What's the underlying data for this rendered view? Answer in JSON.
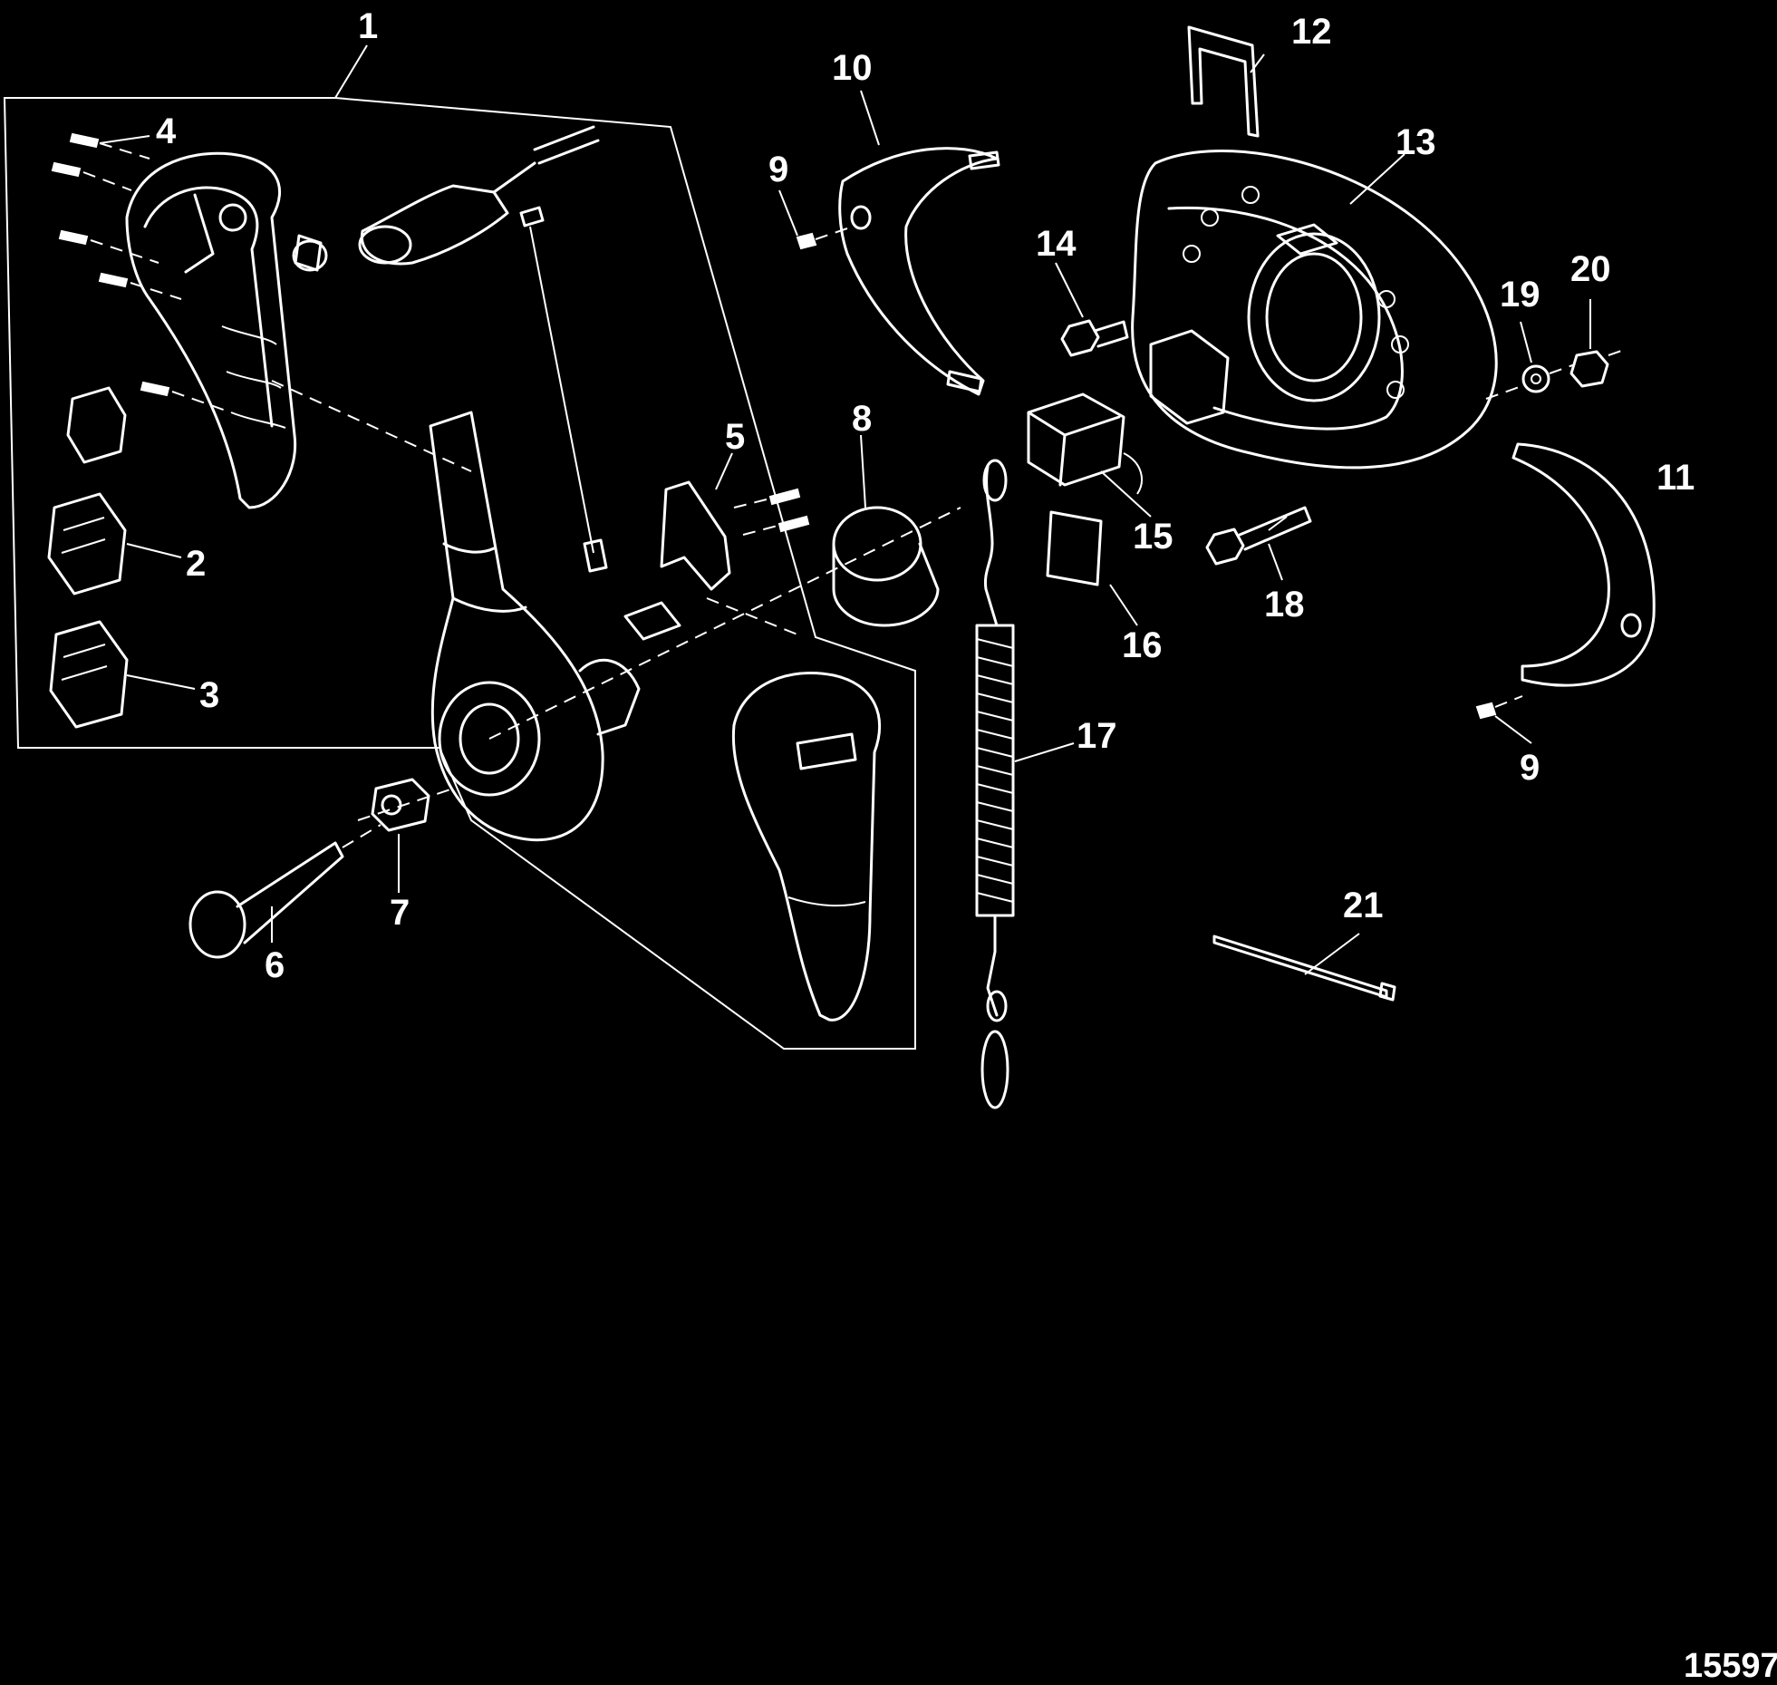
{
  "diagram": {
    "figure_number": "15597",
    "callouts": [
      "1",
      "2",
      "3",
      "4",
      "5",
      "6",
      "7",
      "8",
      "9",
      "10",
      "11",
      "12",
      "13",
      "14",
      "15",
      "16",
      "17",
      "18",
      "19",
      "20",
      "21"
    ],
    "callout_9_second": "9"
  },
  "colors": {
    "background": "#000000",
    "linework": "#ffffff"
  }
}
